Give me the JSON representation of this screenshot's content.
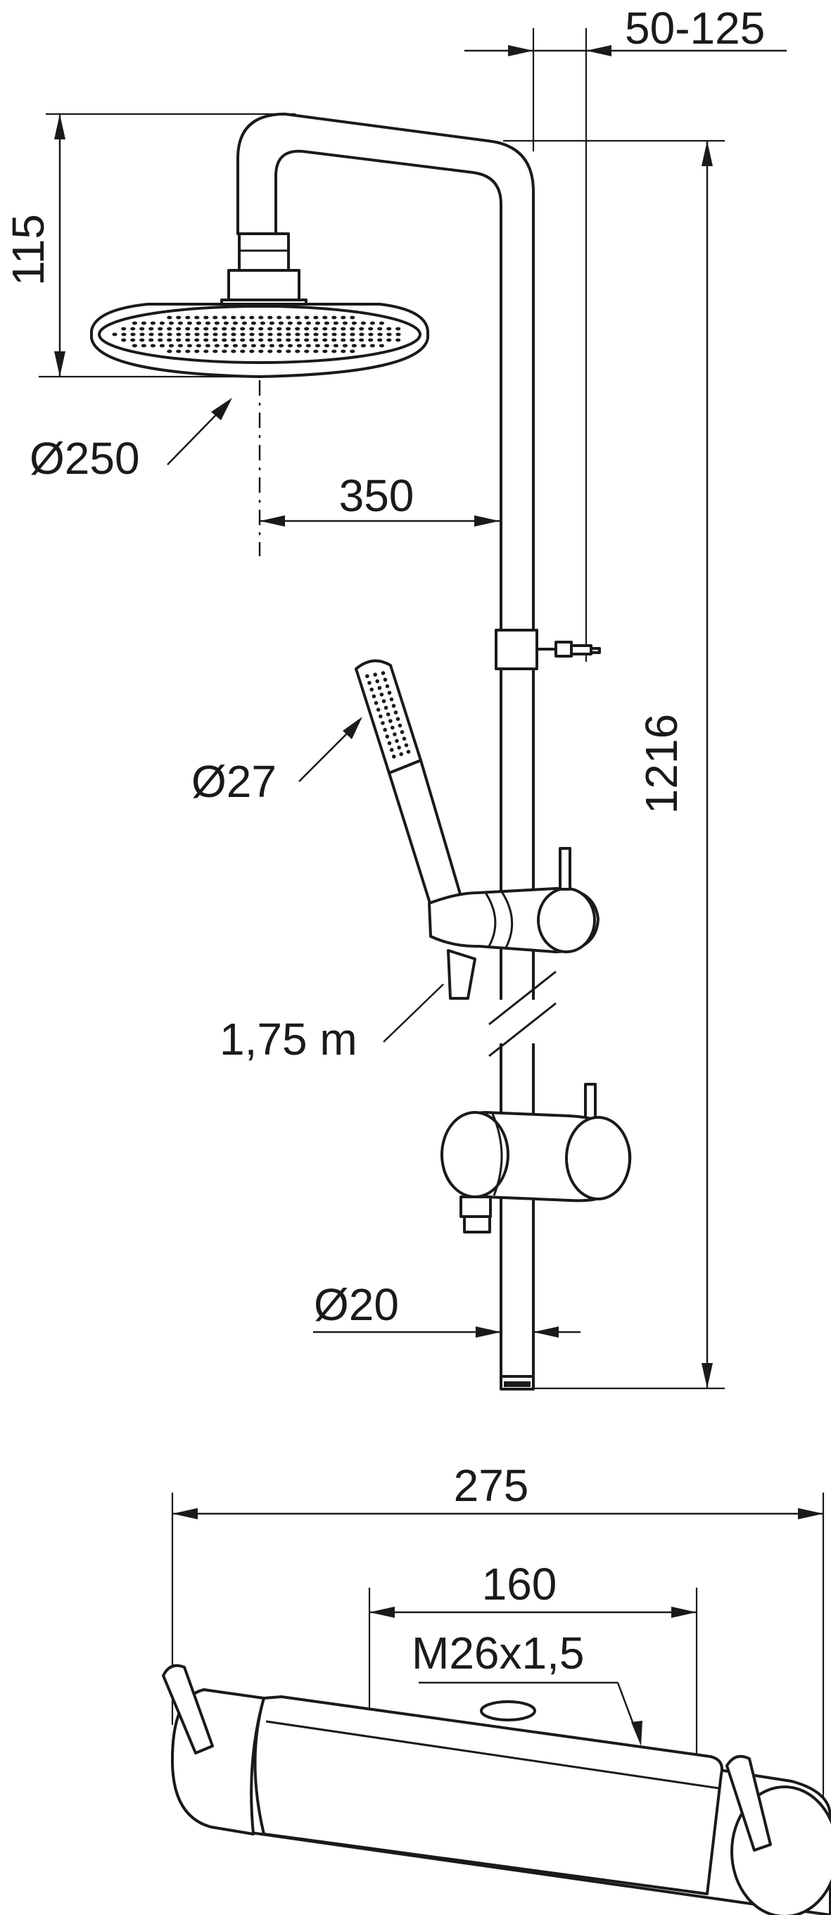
{
  "dimensions": {
    "bracket_offset": "50-125",
    "arm_height": "115",
    "head_diameter": "Ø250",
    "arm_reach": "350",
    "total_height": "1216",
    "hand_shower_diameter": "Ø27",
    "hose_length": "1,75 m",
    "rail_diameter": "Ø20",
    "mixer_width": "275",
    "inlet_spacing": "160",
    "outlet_thread": "M26x1,5"
  },
  "colors": {
    "line": "#1a1a1a",
    "background": "#ffffff"
  }
}
